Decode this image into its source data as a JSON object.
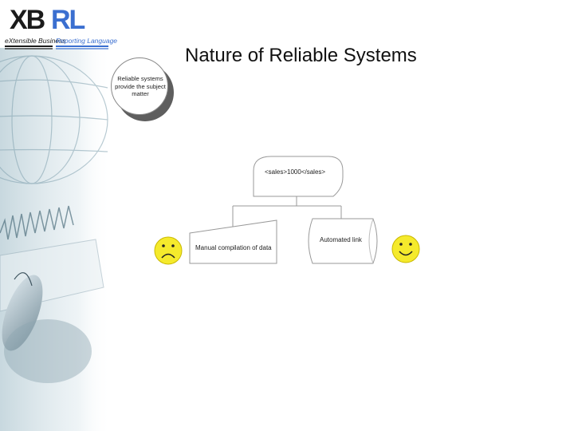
{
  "logo": {
    "text_primary": "XB",
    "text_accent": "RL",
    "subtitle_primary": "eXtensible Business",
    "subtitle_accent": "Reporting Language"
  },
  "slide": {
    "title": "Nature of Reliable Systems"
  },
  "callout": {
    "line1": "Reliable systems",
    "line2": "provide the subject",
    "line3": "matter"
  },
  "diagram": {
    "root_label": "<sales>1000</sales>",
    "manual_label": "Manual compilation of data",
    "automated_label": "Automated link",
    "manual_face": "sad-face",
    "automated_face": "happy-face"
  },
  "colors": {
    "logo_accent": "#3b6fd0",
    "face_fill": "#f5ea2c",
    "title_text": "#111111"
  }
}
